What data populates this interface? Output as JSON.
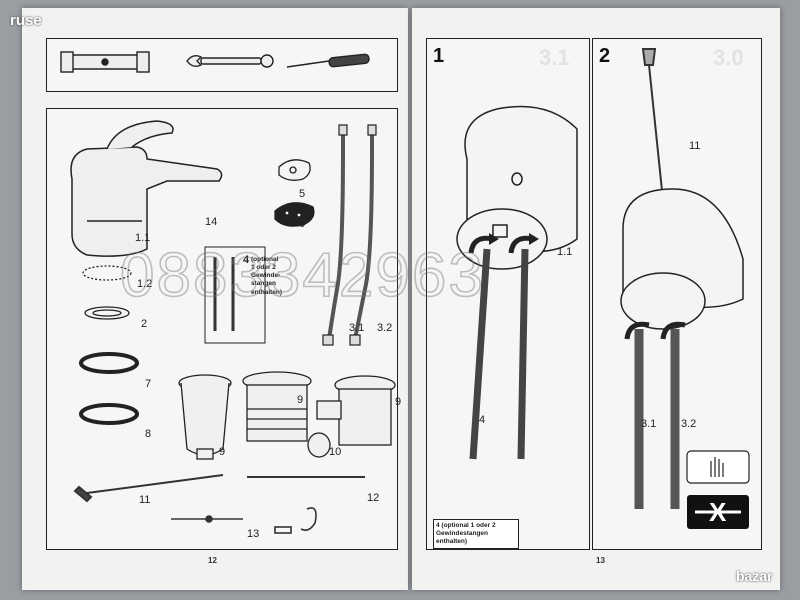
{
  "branding": {
    "top_left": "ruse",
    "bottom_right": "bazar",
    "watermark": "0883342963"
  },
  "left_page": {
    "page_number": "12",
    "parts": {
      "p1_1": "1.1",
      "p14": "14",
      "p5": "5",
      "p6": "6",
      "p1_2": "1.2",
      "p2": "2",
      "p7": "7",
      "p8": "8",
      "p9a": "9",
      "p9b": "9",
      "p9c": "9",
      "p10": "10",
      "p11": "11",
      "p12": "12",
      "p13": "13",
      "p3_1": "3.1",
      "p3_2": "3.2"
    },
    "rod_note": {
      "number": "4",
      "lines": [
        "(optional",
        "1 oder 2",
        "Gewinde-",
        "stangen",
        "enthalten)"
      ]
    }
  },
  "right_page": {
    "page_number": "13",
    "step1": {
      "number": "1",
      "ghost": "3.1",
      "label_1_1": "1.1",
      "label_4": "4",
      "note_lines": [
        "4 (optional 1 oder 2",
        "Gewindestangen",
        "enthalten)"
      ]
    },
    "step2": {
      "number": "2",
      "ghost": "3.0",
      "label_11": "11",
      "label_3_1": "3.1",
      "label_3_2": "3.2",
      "cross_mark": "X"
    }
  }
}
